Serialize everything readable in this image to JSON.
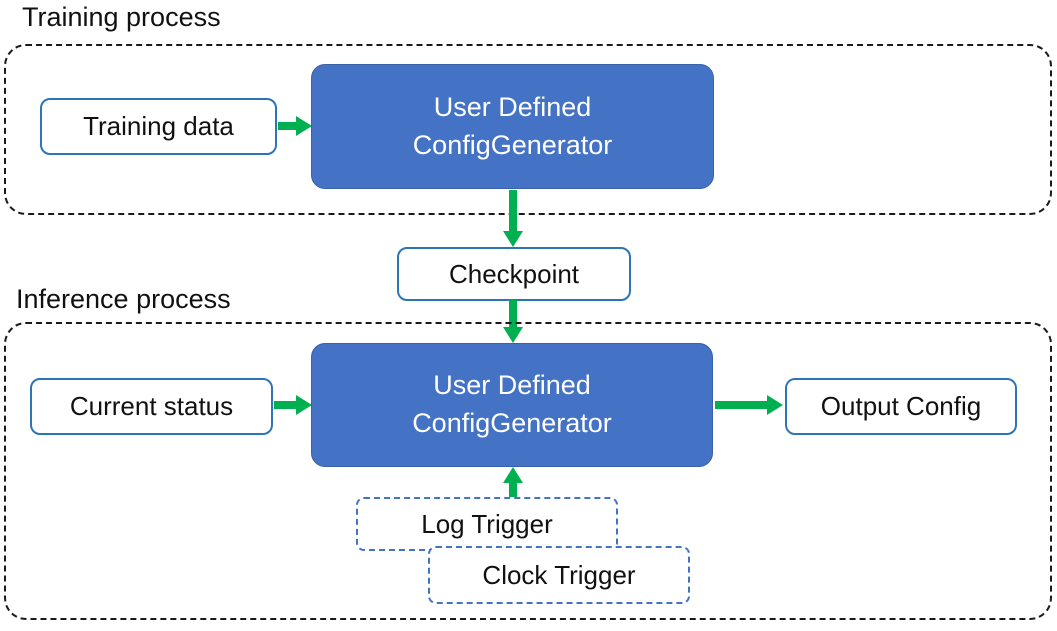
{
  "colors": {
    "generator_fill": "#4472C4",
    "io_box_border": "#2E75B6",
    "arrow_green": "#00B050",
    "container_dash": "#1a1a1a",
    "trigger_dash": "#4472C4"
  },
  "training": {
    "section_label": "Training process",
    "input_label": "Training data",
    "generator_line1": "User Defined",
    "generator_line2": "ConfigGenerator"
  },
  "checkpoint_label": "Checkpoint",
  "inference": {
    "section_label": "Inference process",
    "input_label": "Current status",
    "generator_line1": "User Defined",
    "generator_line2": "ConfigGenerator",
    "output_label": "Output Config",
    "log_trigger_label": "Log Trigger",
    "clock_trigger_label": "Clock Trigger"
  }
}
